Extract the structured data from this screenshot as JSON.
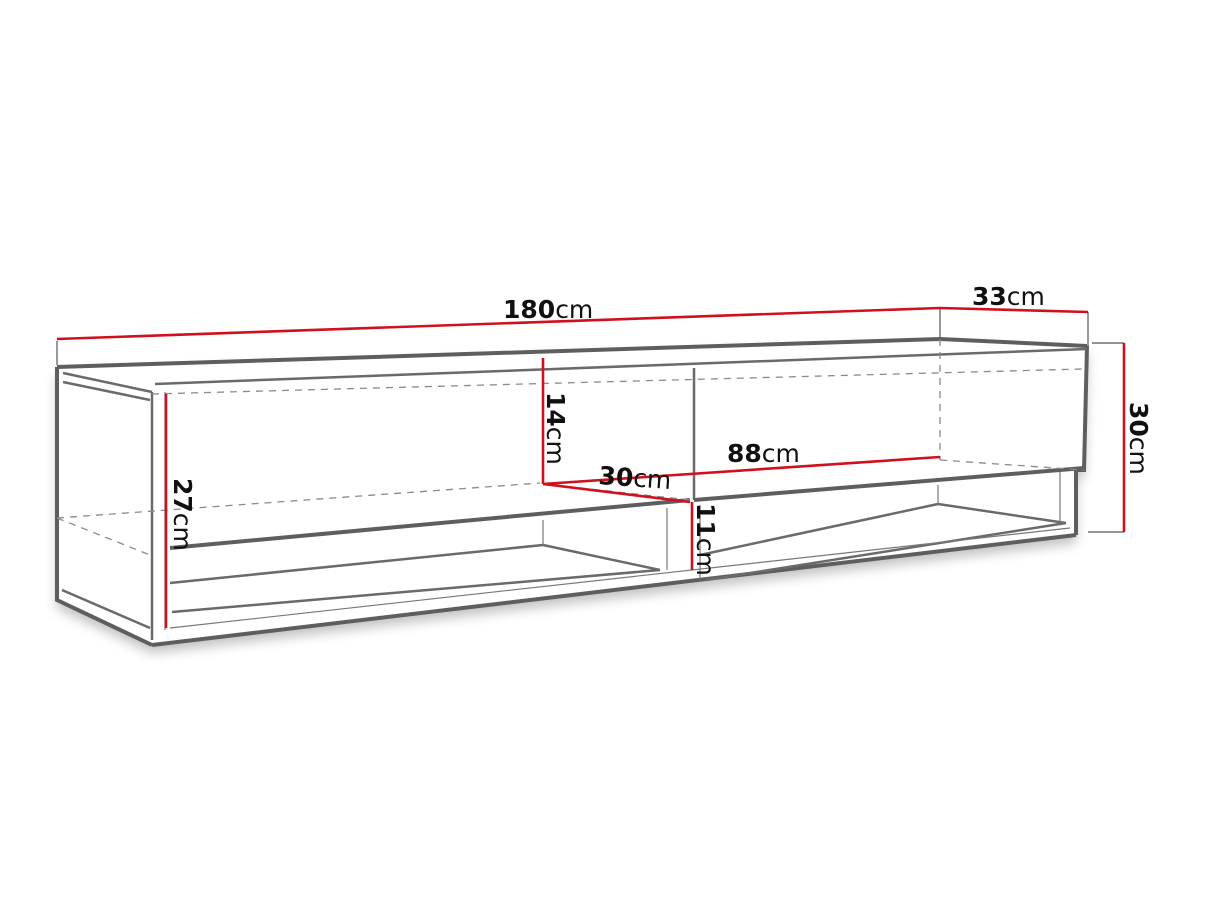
{
  "diagram": {
    "type": "furniture-dimension-drawing",
    "subject": "wall-mounted TV cabinet",
    "colors": {
      "outline": "#5e5e5e",
      "dimension_line": "#d0101c",
      "text": "#111111",
      "hidden_line": "#8a8a8a"
    },
    "dimensions": {
      "width": {
        "value": "180",
        "unit": "cm"
      },
      "depth": {
        "value": "33",
        "unit": "cm"
      },
      "height": {
        "value": "30",
        "unit": "cm"
      },
      "inner_height": {
        "value": "27",
        "unit": "cm"
      },
      "compartment_height": {
        "value": "14",
        "unit": "cm"
      },
      "compartment_depth": {
        "value": "30",
        "unit": "cm"
      },
      "compartment_width": {
        "value": "88",
        "unit": "cm"
      },
      "shelf_height": {
        "value": "11",
        "unit": "cm"
      }
    }
  }
}
